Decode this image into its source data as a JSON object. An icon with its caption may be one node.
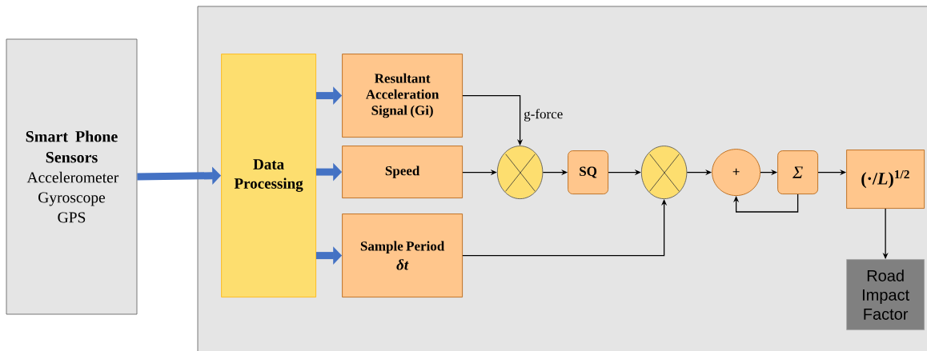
{
  "diagram": {
    "nodes": [
      {
        "text": [
          "Smart Phone Sensors",
          "Accelerometer Gyroscope GPS"
        ]
      },
      {
        "text": [],
        "shape": "box"
      },
      {
        "text": [
          "Data Processing"
        ],
        "in": 1
      },
      {
        "text": [
          "Resultant Acceleration Signal (Gi)"
        ],
        "in": 1
      },
      {
        "text": [
          "Speed"
        ],
        "in": 1
      },
      {
        "text": [
          "Sample Period",
          "δt"
        ],
        "in": 1
      },
      {
        "text": [],
        "shape": "circle",
        "in": 1
      },
      {
        "text": [
          "SQ"
        ],
        "in": 1
      },
      {
        "text": [],
        "shape": "circle",
        "in": 1
      },
      {
        "text": [
          "+"
        ],
        "in": 1
      },
      {
        "text": [
          "Σ"
        ],
        "in": 1
      },
      {
        "text": [
          "(·/*L*)$^{1/2}$"
        ],
        "in": 1
      },
      {
        "text": [
          "Road Impact Factor"
        ],
        "in": 1
      }
    ],
    "edges": [
      {
        "from": 0,
        "to": 2,
        "arrow": "to",
        "style": "thick",
        "color": "#4472c4"
      },
      {
        "from": 2,
        "to": 3,
        "arrow": "to",
        "style": "thick",
        "color": "#4472c4"
      },
      {
        "from": 2,
        "to": 4,
        "arrow": "to",
        "style": "thick",
        "color": "#4472c4"
      },
      {
        "from": 2,
        "to": 5,
        "arrow": "to",
        "style": "thick",
        "color": "#4472c4"
      },
      {
        "from": 3,
        "to": 6,
        "arrow": "to",
        "label": "g-force"
      },
      {
        "from": 4,
        "to": 6,
        "arrow": "to"
      },
      {
        "from": 6,
        "to": 7,
        "arrow": "to"
      },
      {
        "from": 7,
        "to": 8,
        "arrow": "to"
      },
      {
        "from": 5,
        "to": 8,
        "arrow": "to"
      },
      {
        "from": 8,
        "to": 9,
        "arrow": "to"
      },
      {
        "from": 9,
        "to": 10,
        "arrow": "to"
      },
      {
        "from": 10,
        "to": 9,
        "arrow": "to"
      },
      {
        "from": 10,
        "to": 11,
        "arrow": "to"
      },
      {
        "from": 11,
        "to": 12,
        "arrow": "to"
      }
    ]
  }
}
